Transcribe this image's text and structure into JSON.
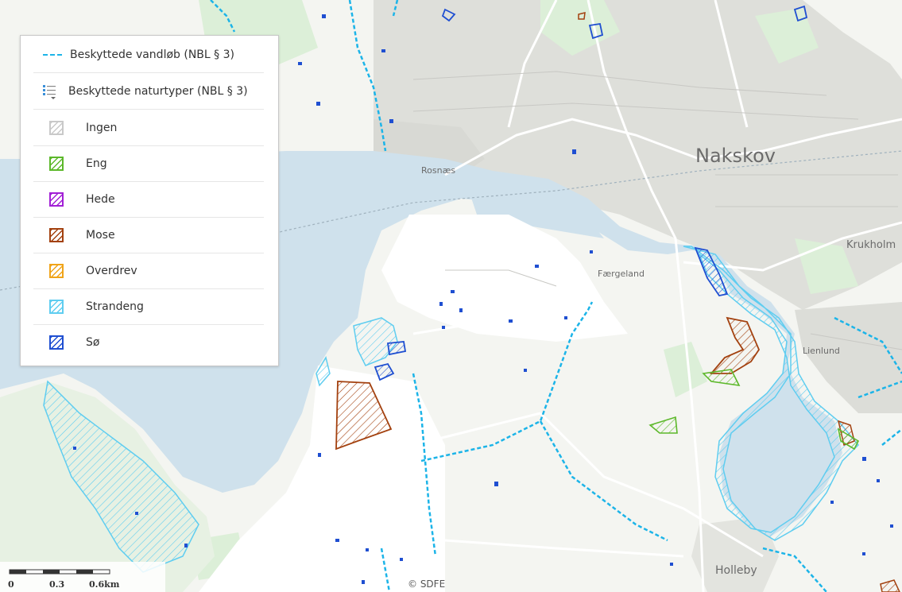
{
  "legend": {
    "line_layer": "Beskyttede vandløb (NBL § 3)",
    "group_layer": "Beskyttede naturtyper (NBL § 3)",
    "items": [
      {
        "label": "Ingen",
        "color": "#c9c9c9"
      },
      {
        "label": "Eng",
        "color": "#5cb82a"
      },
      {
        "label": "Hede",
        "color": "#a21fd6"
      },
      {
        "label": "Mose",
        "color": "#a3410f"
      },
      {
        "label": "Overdrev",
        "color": "#f0a419"
      },
      {
        "label": "Strandeng",
        "color": "#5fcdf0"
      },
      {
        "label": "Sø",
        "color": "#1f4fd1"
      }
    ]
  },
  "places": {
    "nakskov": "Nakskov",
    "rosnaes": "Rosnæs",
    "faergeland": "Færgeland",
    "krukholm": "Krukholm",
    "lienlund": "Lienlund",
    "holleby": "Holleby"
  },
  "scale": {
    "t0": "0",
    "t1": "0.3",
    "t2": "0.6km"
  },
  "copyright": "© SDFE",
  "colors": {
    "water": "#cfe1ec",
    "stream": "#1cb4e8",
    "land": "#f2f3ef",
    "urban": "#dcdcd7",
    "green": "#d9ecd6"
  }
}
